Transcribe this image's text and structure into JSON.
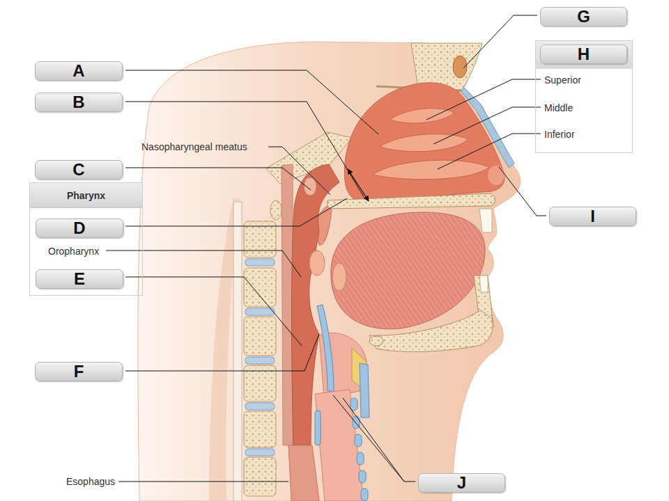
{
  "diagram": {
    "nodes": [
      {
        "text": [
          "A"
        ]
      },
      {
        "text": [
          "B"
        ]
      },
      {
        "text": [
          "C"
        ]
      },
      {
        "text": [
          "Pharynx",
          "Oropharynx"
        ]
      },
      {
        "text": [
          "D"
        ],
        "in": 3
      },
      {
        "text": [
          "E"
        ],
        "in": 3
      },
      {
        "text": [
          "F"
        ]
      },
      {
        "text": [
          "G"
        ]
      },
      {
        "text": [
          "Superior",
          "Middle",
          "Inferior"
        ]
      },
      {
        "text": [
          "H"
        ],
        "in": 8
      },
      {
        "text": [
          "I"
        ]
      },
      {
        "text": [
          "J"
        ]
      }
    ],
    "edges": [],
    "labels": [
      "Nasopharyngeal meatus",
      "Esophagus"
    ]
  }
}
